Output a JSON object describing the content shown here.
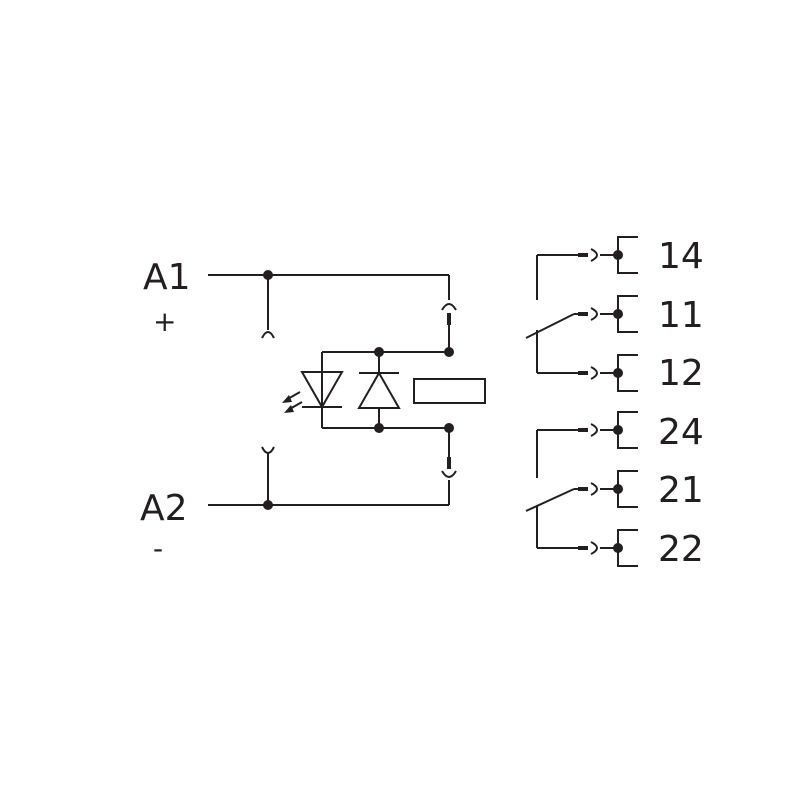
{
  "coil_terminals": [
    {
      "name": "A1",
      "polarity": "+"
    },
    {
      "name": "A2",
      "polarity": "-"
    }
  ],
  "contact_terminals": [
    "14",
    "11",
    "12",
    "24",
    "21",
    "22"
  ],
  "colors": {
    "line": "#231f20",
    "background": "#ffffff"
  },
  "icons": [
    "led-icon",
    "diode-icon",
    "relay-coil-icon",
    "contact-switch-icon",
    "connector-socket-icon"
  ]
}
